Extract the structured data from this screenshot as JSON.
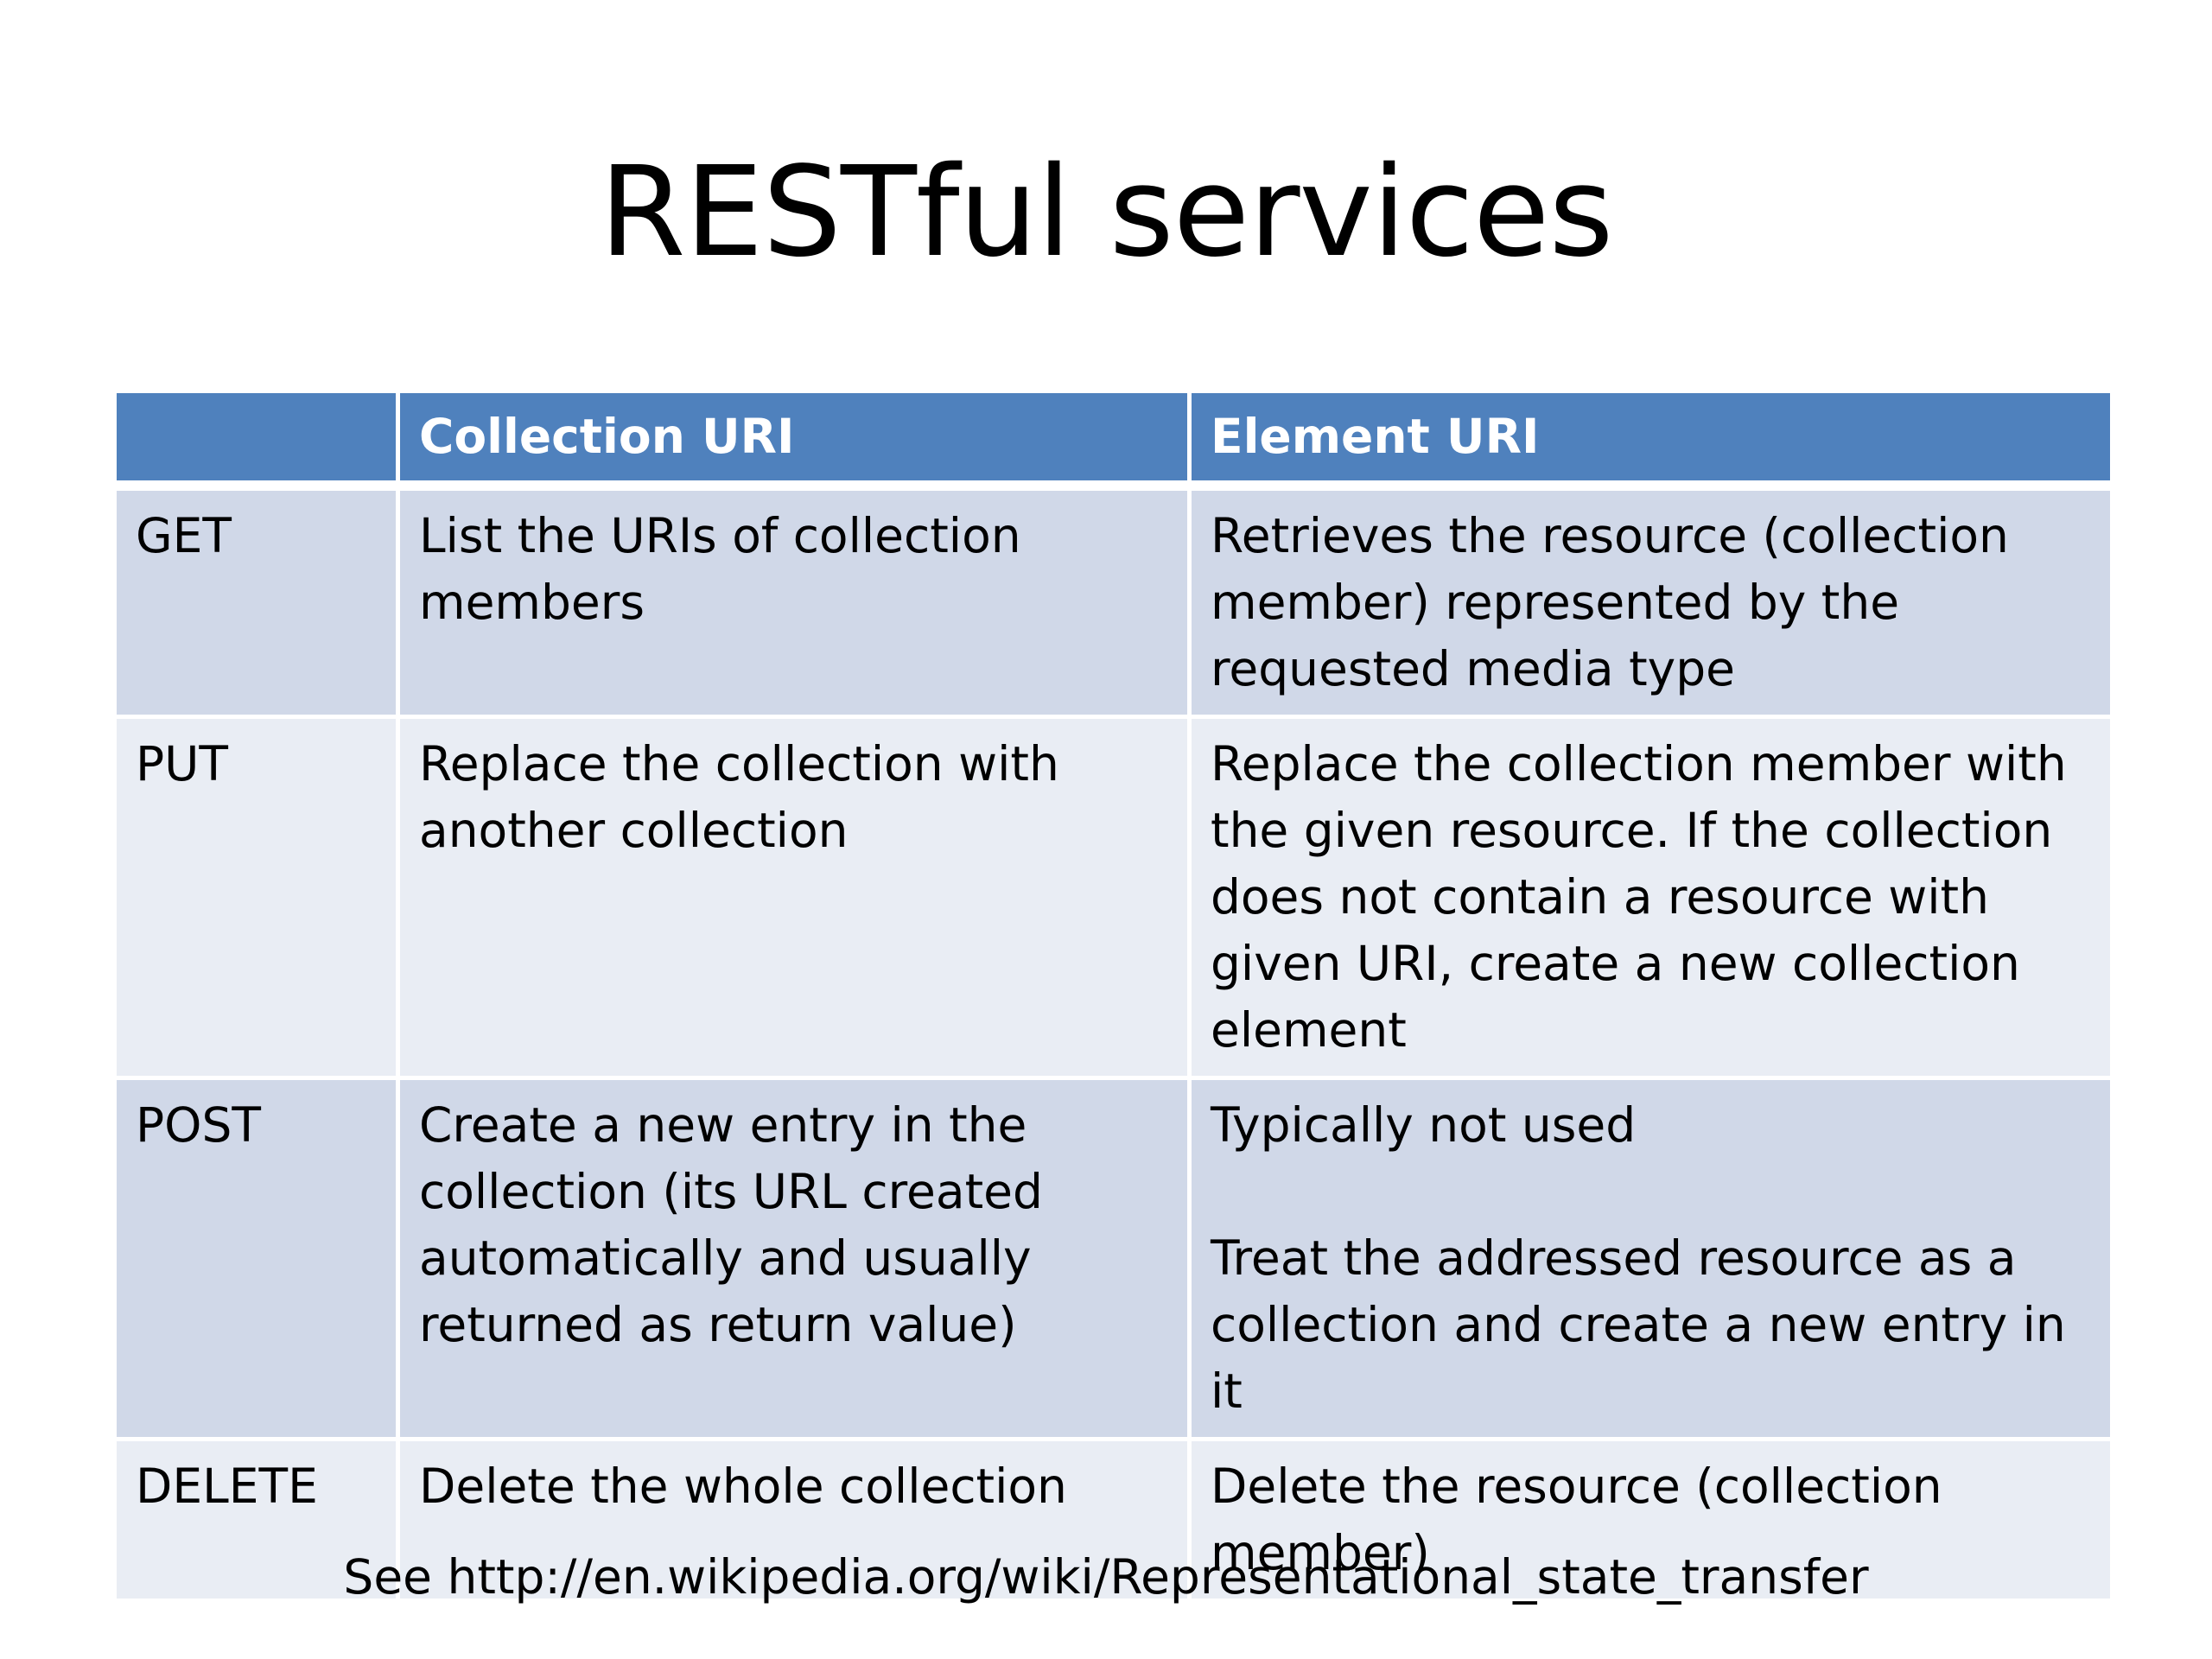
{
  "slide": {
    "title": "RESTful services",
    "footnote": "See http://en.wikipedia.org/wiki/Representational_state_transfer"
  },
  "table": {
    "headers": [
      "",
      "Collection URI",
      "Element URI"
    ],
    "rows": [
      {
        "method": "GET",
        "collection": "List the URIs of collection members",
        "element": "Retrieves the resource (collection member) represented by the requested media type"
      },
      {
        "method": "PUT",
        "collection": "Replace the collection with another collection",
        "element": "Replace the collection member with the given resource. If the collection does not contain a resource with given URI, create a new collection element"
      },
      {
        "method": "POST",
        "collection": "Create a new entry in the collection (its URL created automatically and usually returned as return value)",
        "element_lines": [
          "Typically not used",
          "Treat the addressed resource as a collection and create a new entry in it"
        ]
      },
      {
        "method": "DELETE",
        "collection": "Delete the whole collection",
        "element": "Delete the resource (collection member)"
      }
    ]
  },
  "colors": {
    "header_bg": "#4f81bd",
    "row_dark": "#d0d8e8",
    "row_light": "#e9edf4"
  }
}
